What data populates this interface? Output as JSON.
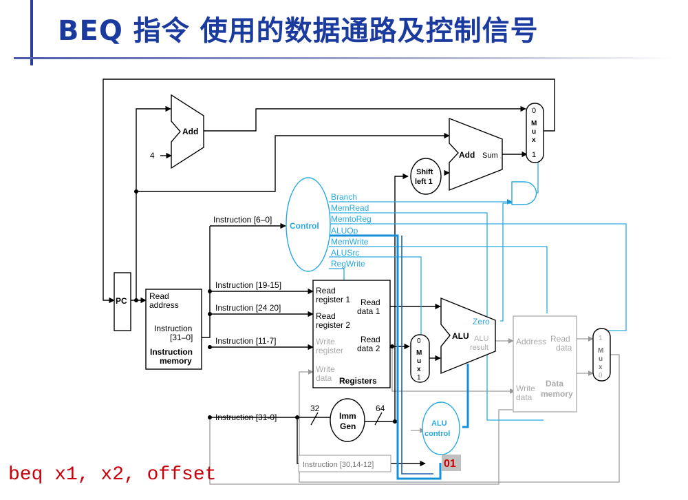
{
  "title": "BEQ 指令 使用的数据通路及控制信号",
  "instruction_code": "beq x1, x2, offset",
  "colors": {
    "title": "#1a3a9e",
    "control": "#27a9e1",
    "active_path": "#1590d8",
    "highlight_box": "#c0c0c0",
    "highlight_text": "#d00000",
    "inactive": "#9a9a9a",
    "code": "#c8000b"
  },
  "labels": {
    "add_top": "Add",
    "add_branch": "Add",
    "sum": "Sum",
    "four": "4",
    "pc": "PC",
    "shift": [
      "Shift",
      "left 1"
    ],
    "mux_word": [
      "M",
      "u",
      "x"
    ],
    "mux_in0": "0",
    "mux_in1": "1",
    "control": "Control",
    "signals": [
      "Branch",
      "MemRead",
      "MemtoReg",
      "ALUOp",
      "MemWrite",
      "ALUSrc",
      "RegWrite"
    ],
    "instr_6_0": "Instruction [6–0]",
    "instr_19_15": "Instruction [19-15]",
    "instr_24_20": "Instruction [24 20]",
    "instr_11_7": "Instruction [11-7]",
    "instr_31_0": "Instruction [31-0]",
    "instr_30": "Instruction [30,14-12]",
    "imem": [
      "Read",
      "address",
      "Instruction",
      "[31–0]",
      "Instruction",
      "memory"
    ],
    "regs": [
      "Read",
      "register 1",
      "Read",
      "register 2",
      "Write",
      "register",
      "Write",
      "data",
      "Read",
      "data 1",
      "Read",
      "data 2",
      "Registers"
    ],
    "alu": "ALU",
    "zero": "Zero",
    "alu_result": [
      "ALU",
      "result"
    ],
    "dmem": [
      "Address",
      "Read",
      "data",
      "Write",
      "data",
      "Data",
      "memory"
    ],
    "imm": [
      "Imm",
      "Gen"
    ],
    "bits_32": "32",
    "bits_64": "64",
    "alu_control": [
      "ALU",
      "control"
    ],
    "aluop_value": "01"
  }
}
